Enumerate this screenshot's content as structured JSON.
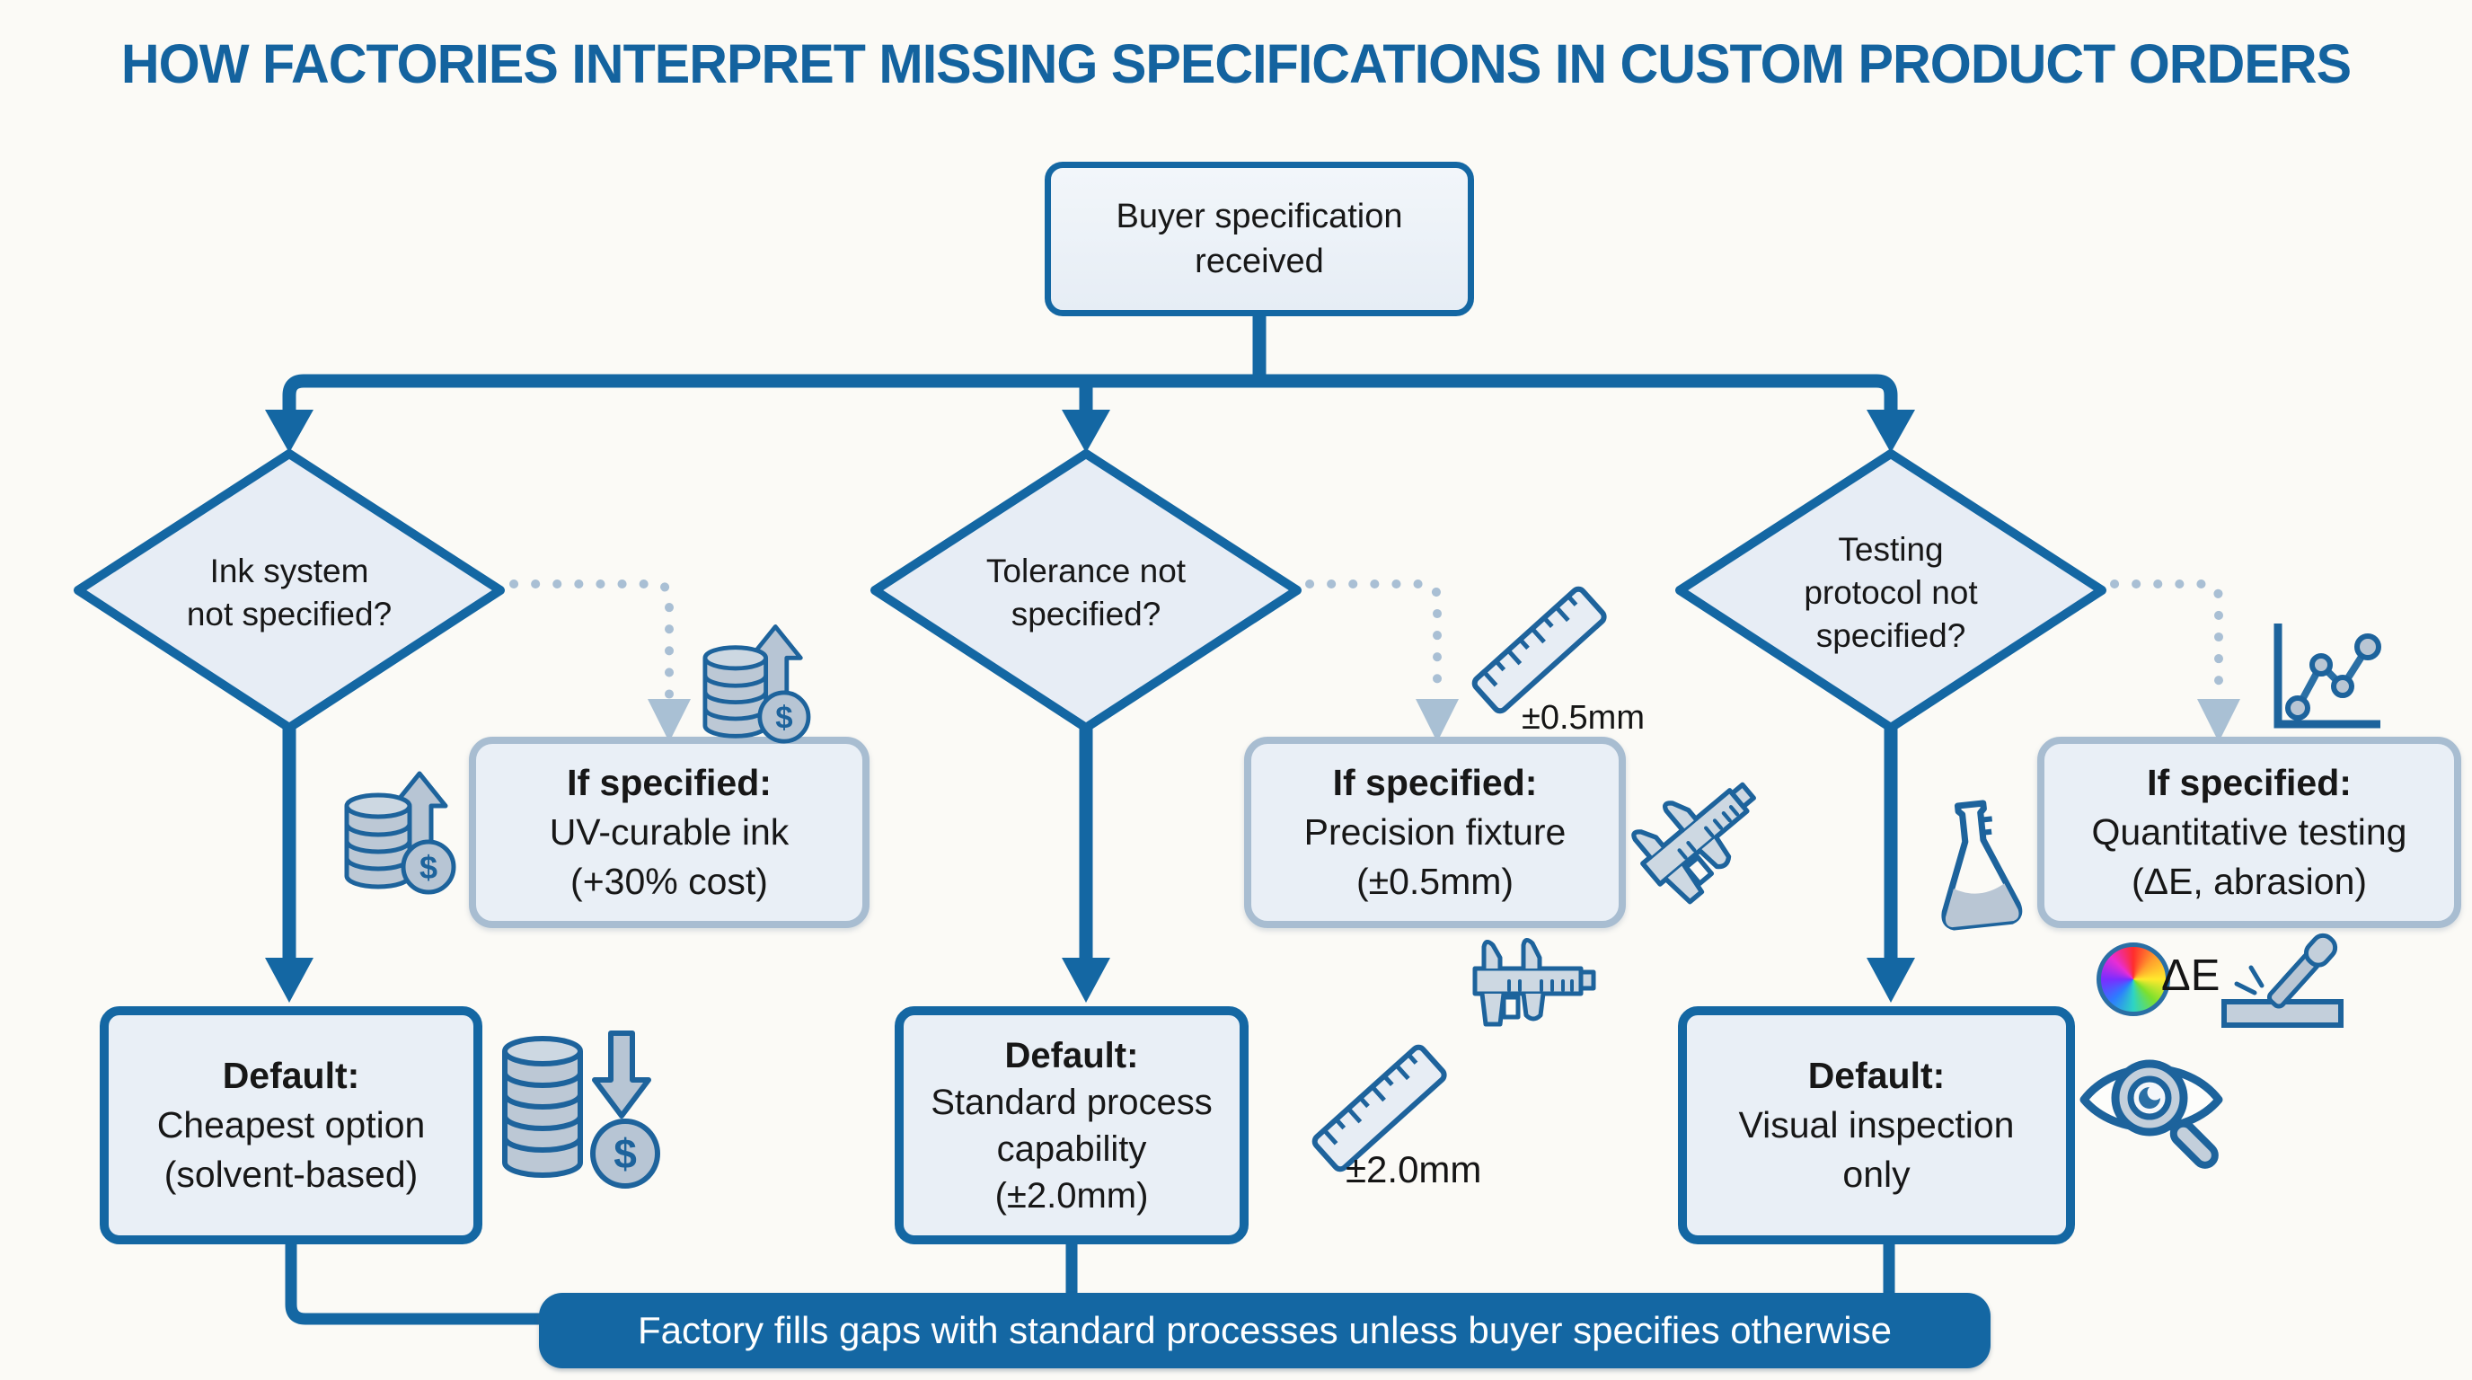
{
  "title": "HOW FACTORIES INTERPRET MISSING SPECIFICATIONS IN CUSTOM PRODUCT ORDERS",
  "start": {
    "lines": [
      "Buyer specification",
      "received"
    ]
  },
  "branches": [
    {
      "question_lines": [
        "Ink system",
        "not specified?"
      ],
      "if_specified": {
        "heading": "If specified:",
        "lines": [
          "UV-curable ink",
          "(+30% cost)"
        ]
      },
      "default": {
        "heading": "Default:",
        "lines": [
          "Cheapest option",
          "(solvent-based)"
        ]
      }
    },
    {
      "question_lines": [
        "Tolerance not",
        "specified?"
      ],
      "if_specified": {
        "heading": "If specified:",
        "lines": [
          "Precision fixture",
          "(±0.5mm)"
        ]
      },
      "default": {
        "heading": "Default:",
        "lines": [
          "Standard process",
          "capability",
          "(±2.0mm)"
        ]
      }
    },
    {
      "question_lines": [
        "Testing",
        "protocol not",
        "specified?"
      ],
      "if_specified": {
        "heading": "If specified:",
        "lines": [
          "Quantitative testing",
          "(ΔE, abrasion)"
        ]
      },
      "default": {
        "heading": "Default:",
        "lines": [
          "Visual inspection",
          "only"
        ]
      }
    }
  ],
  "measure_labels": {
    "fine_tolerance": "±0.5mm",
    "coarse_tolerance": "±2.0mm",
    "delta_e": "ΔE",
    "dollar": "$"
  },
  "banner": "Factory fills gaps with standard processes unless buyer specifies otherwise",
  "icons": [
    "coins-up-arrow-icon",
    "coins-up-arrow-icon",
    "coins-down-arrow-icon",
    "ruler-icon",
    "ruler-icon",
    "caliper-icon",
    "caliper-icon",
    "line-chart-icon",
    "flask-icon",
    "color-wheel-icon",
    "abrasion-test-icon",
    "eye-magnifier-icon"
  ],
  "colors": {
    "accent_blue": "#1467a3",
    "title_blue": "#14639f",
    "node_fill": "#e9eff6",
    "soft_border": "#a8bdd1",
    "dotted_line": "#a9bfd4",
    "icon_fill": "#b9c6d4",
    "banner_text": "#ffffff",
    "background": "#fbfaf6"
  }
}
